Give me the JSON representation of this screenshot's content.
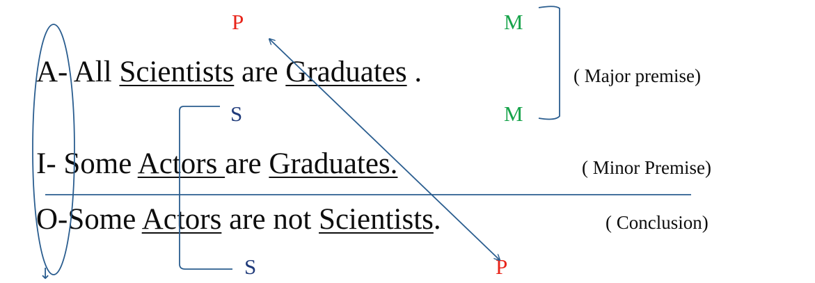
{
  "colors": {
    "text": "#0d0d0d",
    "p_label": "#e8241a",
    "m_label": "#16a34a",
    "s_label": "#1f3a7a",
    "stroke": "#2a5d8f"
  },
  "terms": {
    "p": "P",
    "m": "M",
    "s": "S"
  },
  "major": {
    "prefix": "A- All ",
    "subject": "Scientists",
    "copula": " are ",
    "predicate": "Graduates",
    "end": " .",
    "note": "( Major premise)"
  },
  "minor": {
    "prefix": "I-  Some ",
    "subject": "Actors ",
    "copula": "are ",
    "predicate": "Graduates.",
    "note": "( Minor Premise)"
  },
  "conclusion": {
    "prefix": "O-Some ",
    "subject": "Actors",
    "copula": " are not ",
    "predicate": "Scientists",
    "end": ".",
    "note": "( Conclusion)"
  },
  "down_arrow": "↓"
}
